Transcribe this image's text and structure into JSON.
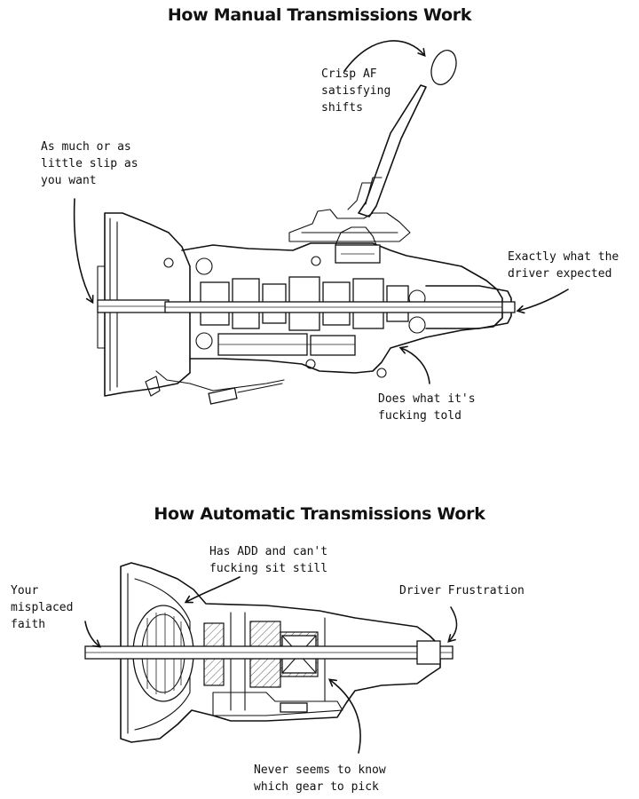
{
  "manual": {
    "title": "How Manual Transmissions Work",
    "labels": {
      "shifts": "Crisp AF\nsatisfying\nshifts",
      "slip": "As much or as\nlittle slip as\nyou want",
      "expected": "Exactly what the\ndriver expected",
      "told": "Does what it's\nfucking told"
    }
  },
  "automatic": {
    "title": "How Automatic Transmissions Work",
    "labels": {
      "add": "Has ADD and can't\nfucking sit still",
      "faith": "Your\nmisplaced\nfaith",
      "frustration": "Driver Frustration",
      "gear": "Never seems to know\nwhich gear to pick"
    }
  }
}
